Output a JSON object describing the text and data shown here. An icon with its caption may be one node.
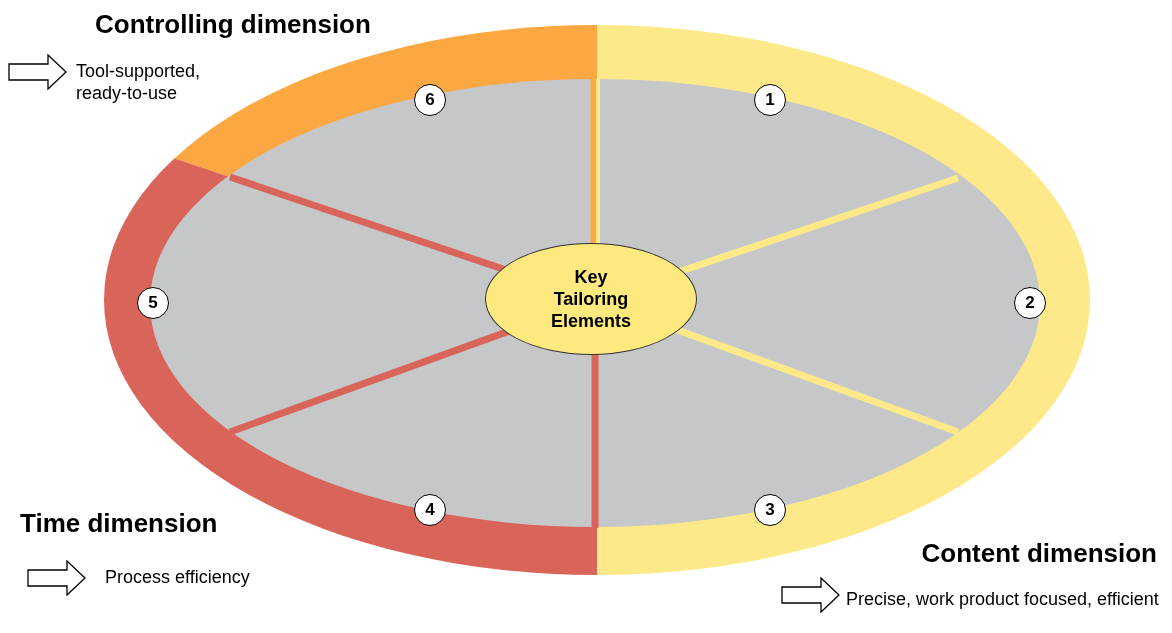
{
  "diagram": {
    "nodes": [
      {
        "text": [
          "Key Tailoring Elements"
        ]
      },
      {
        "text": [
          "1"
        ]
      },
      {
        "text": [
          "2"
        ]
      },
      {
        "text": [
          "3"
        ]
      },
      {
        "text": [
          "4"
        ]
      },
      {
        "text": [
          "5"
        ]
      },
      {
        "text": [
          "6"
        ]
      }
    ],
    "labels": [
      "Controlling dimension",
      "Tool-supported, ready-to-use",
      "Time dimension",
      "Process efficiency",
      "Content dimension",
      "Precise, work product focused, efficient"
    ]
  }
}
